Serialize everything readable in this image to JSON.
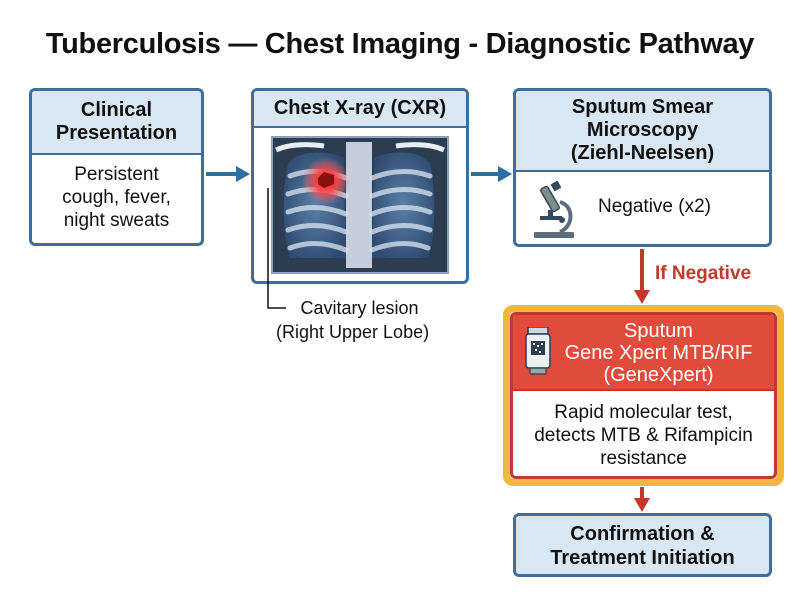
{
  "title": "Tuberculosis — Chest Imaging - Diagnostic Pathway",
  "clinical": {
    "header_line1": "Clinical",
    "header_line2": "Presentation",
    "body_line1": "Persistent",
    "body_line2": "cough, fever,",
    "body_line3": "night sweats"
  },
  "cxr": {
    "header": "Chest X-ray (CXR)",
    "annotation_line1": "Cavitary lesion",
    "annotation_line2": "(Right Upper Lobe)"
  },
  "smear": {
    "header_line1": "Sputum Smear",
    "header_line2": "Microscopy",
    "header_line3": "(Ziehl-Neelsen)",
    "result": "Negative (x2)"
  },
  "branch_label": "If Negative",
  "genexpert": {
    "header_line1": "Sputum",
    "header_line2": "Gene Xpert MTB/RIF",
    "header_line3": "(GeneXpert)",
    "body_line1": "Rapid molecular test,",
    "body_line2": "detects MTB & Rifampicin",
    "body_line3": "resistance"
  },
  "confirmation": {
    "line1": "Confirmation &",
    "line2": "Treatment Initiation"
  },
  "colors": {
    "box_border": "#3e6f9c",
    "header_fill": "#d9e6f3",
    "arrow_blue": "#2f6ea3",
    "arrow_red": "#c0392b",
    "highlight_red": "#e14b3b",
    "highlight_gold": "#f4b73e"
  }
}
